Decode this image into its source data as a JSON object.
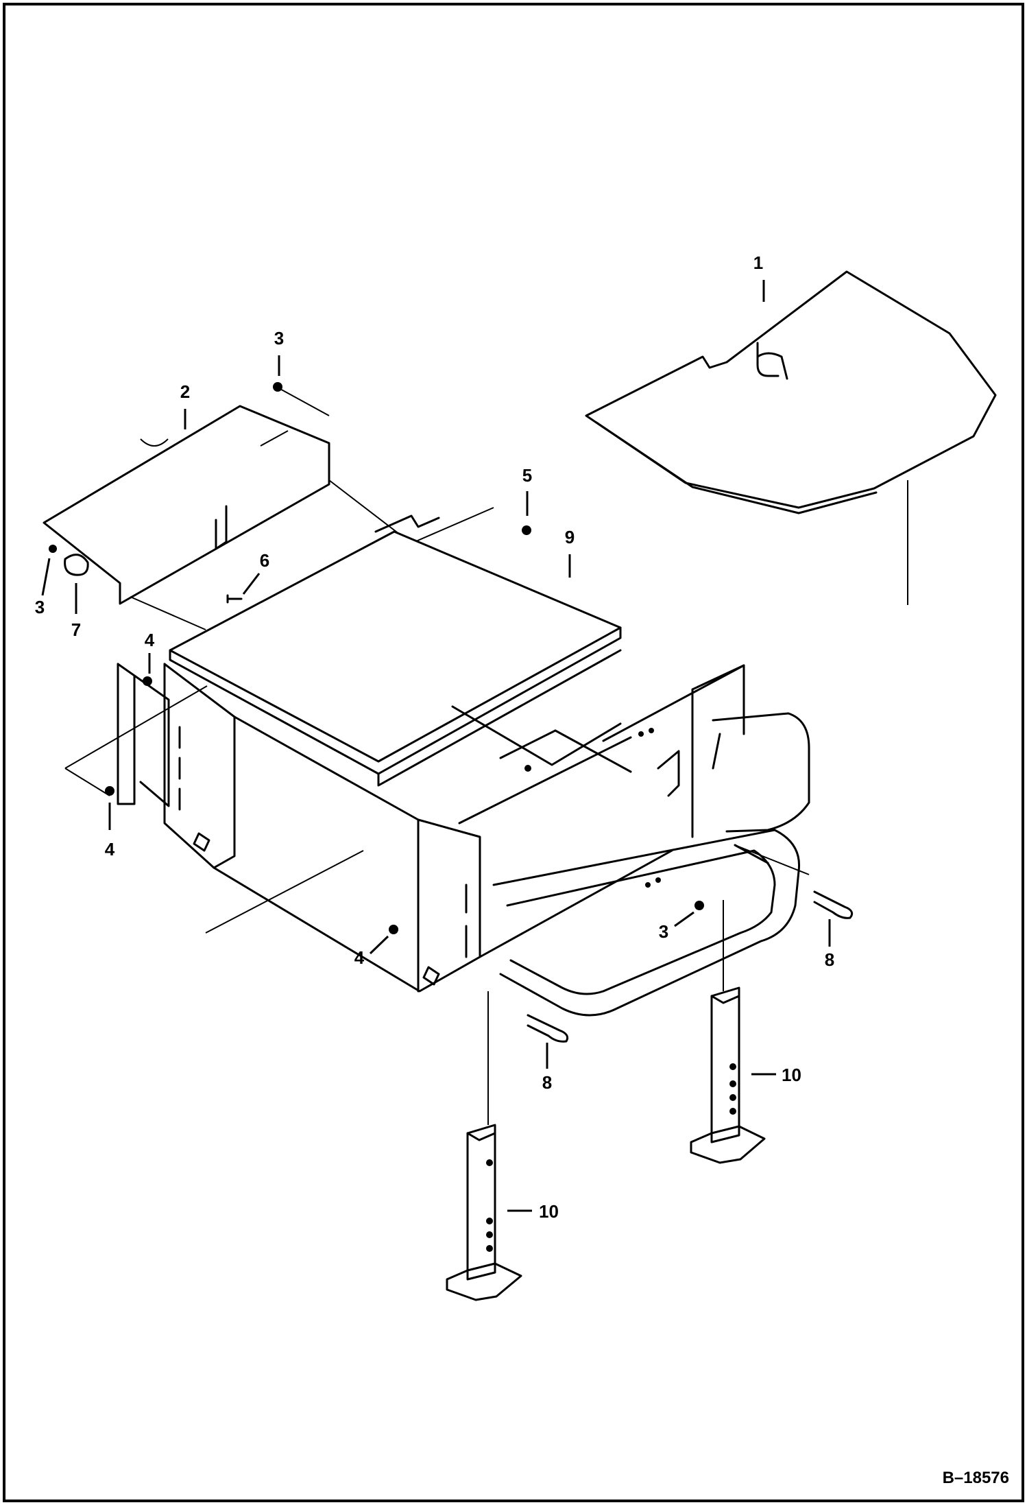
{
  "figure_id": "B–18576",
  "callouts": [
    {
      "label": "1"
    },
    {
      "label": "2"
    },
    {
      "label": "3"
    },
    {
      "label": "3"
    },
    {
      "label": "3"
    },
    {
      "label": "4"
    },
    {
      "label": "4"
    },
    {
      "label": "4"
    },
    {
      "label": "5"
    },
    {
      "label": "6"
    },
    {
      "label": "7"
    },
    {
      "label": "8"
    },
    {
      "label": "8"
    },
    {
      "label": "9"
    },
    {
      "label": "10"
    },
    {
      "label": "10"
    }
  ]
}
